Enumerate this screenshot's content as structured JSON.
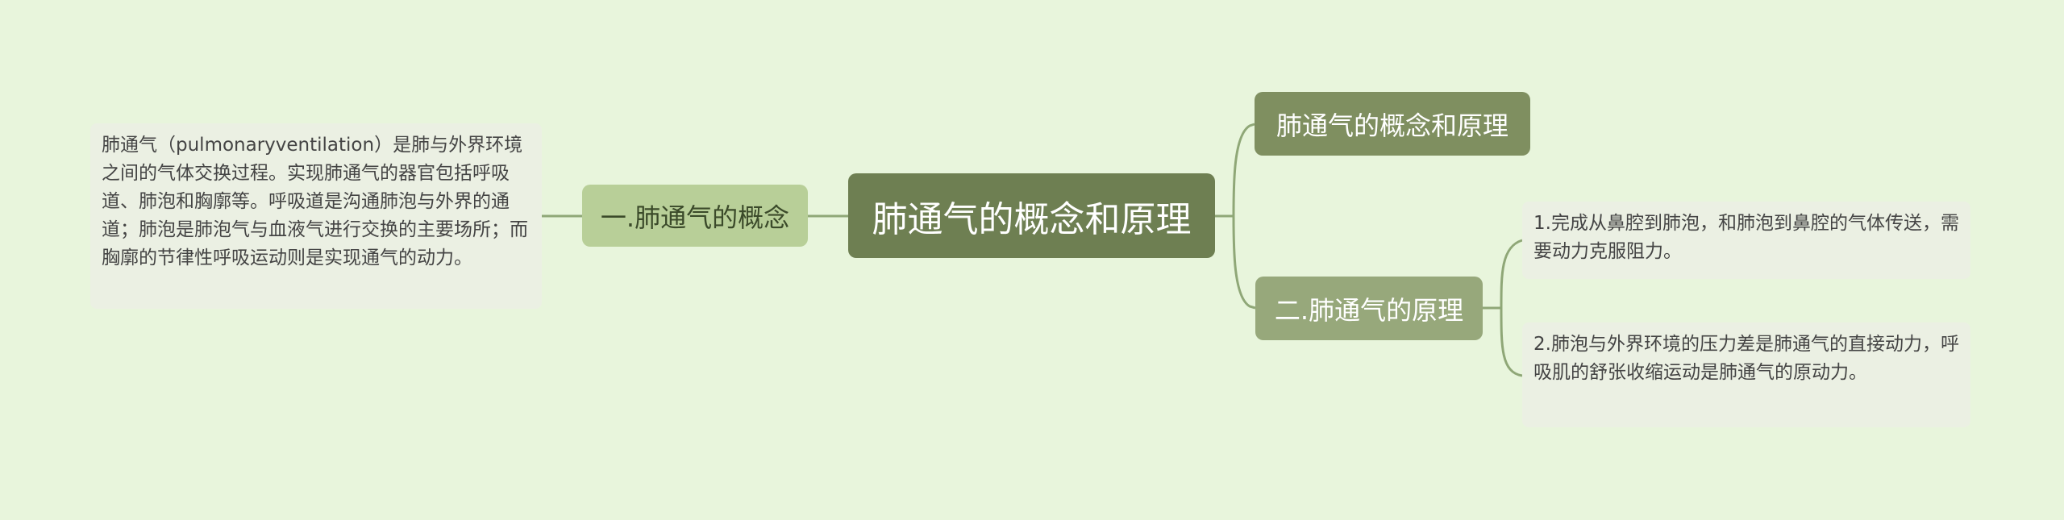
{
  "mindmap": {
    "root": {
      "label": "肺通气的概念和原理"
    },
    "left_branch": {
      "label": "一.肺通气的概念",
      "detail": "肺通气（pulmonaryventilation）是肺与外界环境之间的气体交换过程。实现肺通气的器官包括呼吸道、肺泡和胸廓等。呼吸道是沟通肺泡与外界的通道；肺泡是肺泡气与血液气进行交换的主要场所；而胸廓的节律性呼吸运动则是实现通气的动力。"
    },
    "right_branches": [
      {
        "label": "肺通气的概念和原理"
      },
      {
        "label": "二.肺通气的原理",
        "points": [
          "1.完成从鼻腔到肺泡，和肺泡到鼻腔的气体传送，需要动力克服阻力。",
          "2.肺泡与外界环境的压力差是肺通气的直接动力，呼吸肌的舒张收缩运动是肺通气的原动力。"
        ]
      }
    ]
  },
  "colors": {
    "background": "#e8f5dc",
    "root_fill": "#6e7f52",
    "left_branch_fill": "#b8cf98",
    "right_branch_1_fill": "#7f8f60",
    "right_branch_2_fill": "#97a87b",
    "leaf_fill": "#ebf0e3",
    "connector": "#8fa777"
  }
}
